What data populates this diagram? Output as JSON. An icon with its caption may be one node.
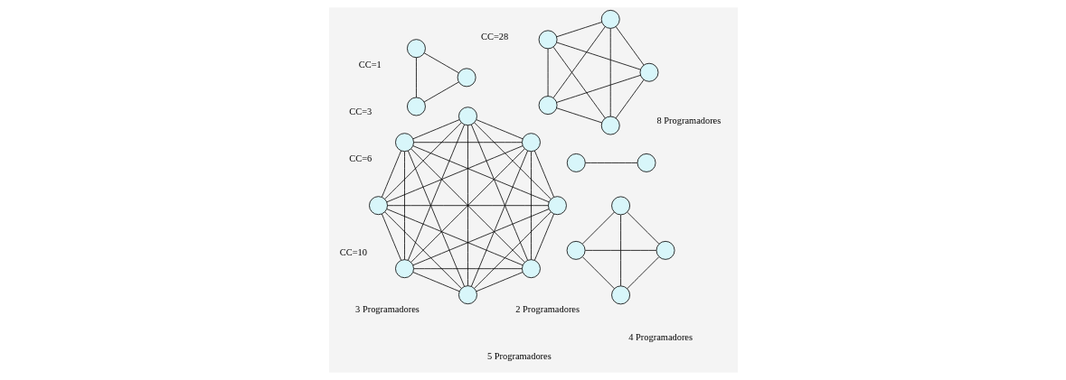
{
  "diagram": {
    "nodes": [
      {
        "text": [],
        "shape": "circle"
      },
      {
        "text": [],
        "shape": "circle"
      },
      {
        "text": [],
        "shape": "circle"
      },
      {
        "text": [],
        "shape": "circle"
      },
      {
        "text": [],
        "shape": "circle"
      },
      {
        "text": [],
        "shape": "circle"
      },
      {
        "text": [],
        "shape": "circle"
      },
      {
        "text": [],
        "shape": "circle"
      },
      {
        "text": [],
        "shape": "circle"
      },
      {
        "text": [],
        "shape": "circle"
      },
      {
        "text": [],
        "shape": "circle"
      },
      {
        "text": [],
        "shape": "circle"
      },
      {
        "text": [],
        "shape": "circle"
      },
      {
        "text": [],
        "shape": "circle"
      },
      {
        "text": [],
        "shape": "circle"
      },
      {
        "text": [],
        "shape": "circle"
      },
      {
        "text": [],
        "shape": "circle"
      },
      {
        "text": [],
        "shape": "circle"
      },
      {
        "text": [],
        "shape": "circle"
      },
      {
        "text": [],
        "shape": "circle"
      },
      {
        "text": [],
        "shape": "circle"
      },
      {
        "text": [],
        "shape": "circle"
      }
    ],
    "edges": [
      {
        "from": 0,
        "to": 1,
        "arrow": "none"
      },
      {
        "from": 2,
        "to": 3,
        "arrow": "none"
      },
      {
        "from": 2,
        "to": 4,
        "arrow": "none"
      },
      {
        "from": 3,
        "to": 4,
        "arrow": "none"
      },
      {
        "from": 5,
        "to": 6,
        "arrow": "none"
      },
      {
        "from": 5,
        "to": 7,
        "arrow": "none"
      },
      {
        "from": 5,
        "to": 8,
        "arrow": "none"
      },
      {
        "from": 6,
        "to": 7,
        "arrow": "none"
      },
      {
        "from": 6,
        "to": 8,
        "arrow": "none"
      },
      {
        "from": 7,
        "to": 8,
        "arrow": "none"
      },
      {
        "from": 9,
        "to": 10,
        "arrow": "none"
      },
      {
        "from": 9,
        "to": 11,
        "arrow": "none"
      },
      {
        "from": 9,
        "to": 12,
        "arrow": "none"
      },
      {
        "from": 9,
        "to": 13,
        "arrow": "none"
      },
      {
        "from": 10,
        "to": 11,
        "arrow": "none"
      },
      {
        "from": 10,
        "to": 12,
        "arrow": "none"
      },
      {
        "from": 10,
        "to": 13,
        "arrow": "none"
      },
      {
        "from": 11,
        "to": 12,
        "arrow": "none"
      },
      {
        "from": 11,
        "to": 13,
        "arrow": "none"
      },
      {
        "from": 12,
        "to": 13,
        "arrow": "none"
      },
      {
        "from": 14,
        "to": 15,
        "arrow": "none"
      },
      {
        "from": 14,
        "to": 16,
        "arrow": "none"
      },
      {
        "from": 14,
        "to": 17,
        "arrow": "none"
      },
      {
        "from": 14,
        "to": 18,
        "arrow": "none"
      },
      {
        "from": 14,
        "to": 19,
        "arrow": "none"
      },
      {
        "from": 14,
        "to": 20,
        "arrow": "none"
      },
      {
        "from": 14,
        "to": 21,
        "arrow": "none"
      },
      {
        "from": 15,
        "to": 16,
        "arrow": "none"
      },
      {
        "from": 15,
        "to": 17,
        "arrow": "none"
      },
      {
        "from": 15,
        "to": 18,
        "arrow": "none"
      },
      {
        "from": 15,
        "to": 19,
        "arrow": "none"
      },
      {
        "from": 15,
        "to": 20,
        "arrow": "none"
      },
      {
        "from": 15,
        "to": 21,
        "arrow": "none"
      },
      {
        "from": 16,
        "to": 17,
        "arrow": "none"
      },
      {
        "from": 16,
        "to": 18,
        "arrow": "none"
      },
      {
        "from": 16,
        "to": 19,
        "arrow": "none"
      },
      {
        "from": 16,
        "to": 20,
        "arrow": "none"
      },
      {
        "from": 16,
        "to": 21,
        "arrow": "none"
      },
      {
        "from": 17,
        "to": 18,
        "arrow": "none"
      },
      {
        "from": 17,
        "to": 19,
        "arrow": "none"
      },
      {
        "from": 17,
        "to": 20,
        "arrow": "none"
      },
      {
        "from": 17,
        "to": 21,
        "arrow": "none"
      },
      {
        "from": 18,
        "to": 19,
        "arrow": "none"
      },
      {
        "from": 18,
        "to": 20,
        "arrow": "none"
      },
      {
        "from": 18,
        "to": 21,
        "arrow": "none"
      },
      {
        "from": 19,
        "to": 20,
        "arrow": "none"
      },
      {
        "from": 19,
        "to": 21,
        "arrow": "none"
      },
      {
        "from": 20,
        "to": 21,
        "arrow": "none"
      }
    ],
    "labels": [
      "CC=1",
      "2 Programadores",
      "CC=3",
      "3 Programadores",
      "CC=6",
      "4 Programadores",
      "CC=10",
      "5 Programadores",
      "CC=28",
      "8 Programadores"
    ]
  }
}
